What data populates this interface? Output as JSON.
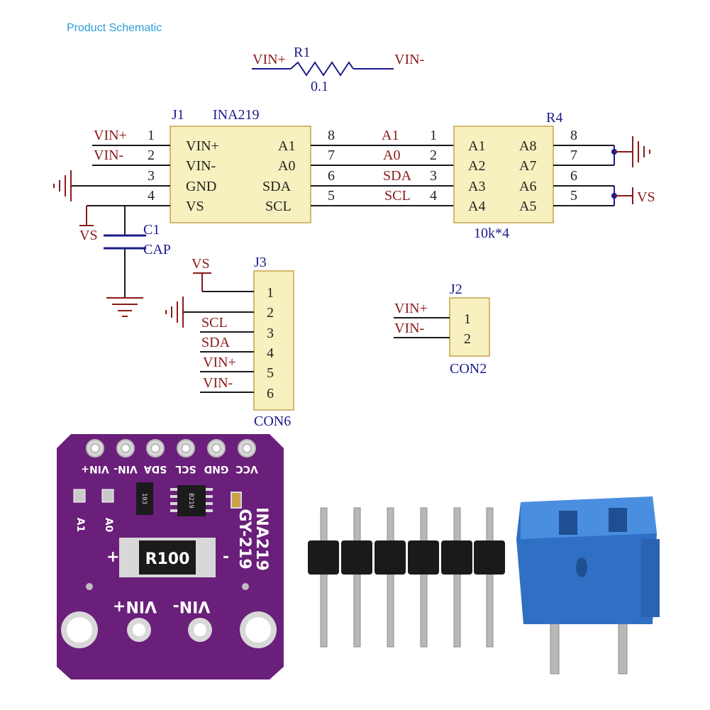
{
  "heading": "Product Schematic",
  "r1": {
    "ref": "R1",
    "value": "0.1",
    "net_left": "VIN+",
    "net_right": "VIN-"
  },
  "j1": {
    "ref": "J1",
    "part": "INA219",
    "left_pins": [
      {
        "num": "1",
        "name": "VIN+",
        "net": "VIN+"
      },
      {
        "num": "2",
        "name": "VIN-",
        "net": "VIN-"
      },
      {
        "num": "3",
        "name": "GND",
        "net": ""
      },
      {
        "num": "4",
        "name": "VS",
        "net": ""
      }
    ],
    "right_pins": [
      {
        "num": "8",
        "name": "A1",
        "net": "A1"
      },
      {
        "num": "7",
        "name": "A0",
        "net": "A0"
      },
      {
        "num": "6",
        "name": "SDA",
        "net": "SDA"
      },
      {
        "num": "5",
        "name": "SCL",
        "net": "SCL"
      }
    ]
  },
  "c1": {
    "ref": "C1",
    "value": "CAP",
    "net": "VS"
  },
  "r4": {
    "ref": "R4",
    "value": "10k*4",
    "left_pins": [
      {
        "num": "1",
        "name": "A1"
      },
      {
        "num": "2",
        "name": "A2"
      },
      {
        "num": "3",
        "name": "A3"
      },
      {
        "num": "4",
        "name": "A4"
      }
    ],
    "right_pins": [
      {
        "num": "8",
        "name": "A8"
      },
      {
        "num": "7",
        "name": "A7"
      },
      {
        "num": "6",
        "name": "A6"
      },
      {
        "num": "5",
        "name": "A5"
      }
    ],
    "vs_net": "VS"
  },
  "j3": {
    "ref": "J3",
    "part": "CON6",
    "pins": [
      "1",
      "2",
      "3",
      "4",
      "5",
      "6"
    ],
    "nets": [
      "VS",
      "",
      "SCL",
      "SDA",
      "VIN+",
      "VIN-"
    ]
  },
  "j2": {
    "ref": "J2",
    "part": "CON2",
    "pins": [
      "1",
      "2"
    ],
    "nets": [
      "VIN+",
      "VIN-"
    ]
  },
  "board": {
    "pin_labels": [
      "VIN+",
      "VIN-",
      "SDA",
      "SCL",
      "GND",
      "VCC"
    ],
    "name": "INA219",
    "model": "GY-219",
    "shunt": "R100",
    "chip_text": "B219",
    "res_text": "103",
    "a1": "A1",
    "a0": "A0",
    "plus": "+",
    "minus": "-",
    "vin_plus": "VIN+",
    "vin_minus": "VIN-"
  },
  "colors": {
    "pcb": "#6a1f7a",
    "chip_body": "#f6f1bf",
    "chip_border": "#c9a24b",
    "wire": "#1a1a1a",
    "net_blue": "#1a1a8c",
    "net_red": "#8b1a1a",
    "terminal": "#2f6fc4"
  }
}
